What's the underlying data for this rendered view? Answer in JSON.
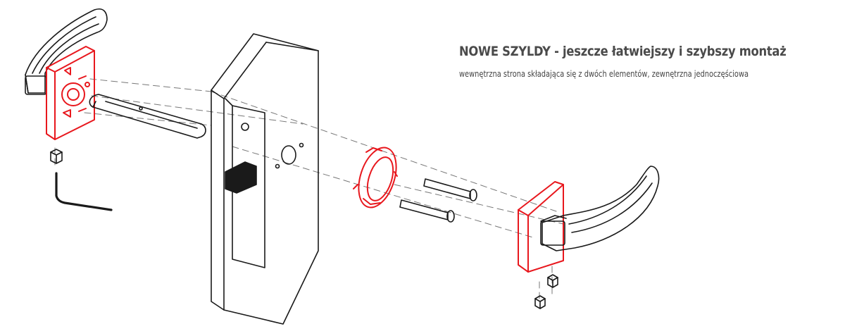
{
  "heading": {
    "title": "NOWE SZYLDY - jeszcze łatwiejszy i szybszy montaż",
    "subtitle": "wewnętrzna strona składająca się z dwóch elementów, zewnętrzna jednoczęściowa"
  },
  "colors": {
    "highlight": "#e8171d",
    "line": "#1a1a1a",
    "text": "#4a4a4a"
  },
  "diagram": {
    "style": "exploded-assembly-line-drawing",
    "parts": [
      "inner-lever-handle",
      "inner-escutcheon-plate",
      "square-spindle",
      "grub-screw",
      "hex-key",
      "door-with-lock-case",
      "mounting-ring",
      "through-bolts",
      "outer-escutcheon-plate",
      "outer-lever-handle"
    ]
  }
}
